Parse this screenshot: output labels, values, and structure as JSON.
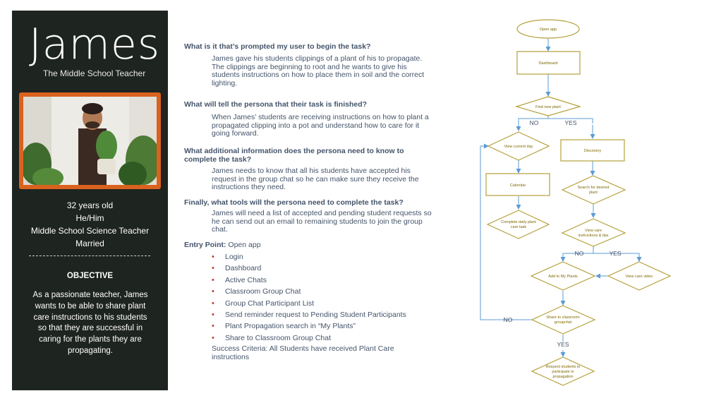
{
  "persona": {
    "name": "James",
    "subtitle": "The Middle School Teacher",
    "age": "32 years old",
    "pronouns": "He/Him",
    "occupation": "Middle School Science Teacher",
    "status": "Married",
    "objective_title": "OBJECTIVE",
    "objective_text": "As a passionate teacher, James wants to be able to share plant care instructions to his students so that they are successful in caring for the plants they are propagating."
  },
  "questions": [
    {
      "q": "What is it that’s prompted my user to begin the task?",
      "a": "James gave his students clippings of a plant of his to propagate. The clippings are beginning to root and he wants to give his students instructions on how to place them in soil and the correct lighting."
    },
    {
      "q": "What will tell the persona that their task is finished?",
      "a": "When James’ students are receiving instructions on how to plant a propagated clipping into a pot and understand how to care for it going forward."
    },
    {
      "q": "What additional information does the persona need to know to complete the task?",
      "a": "James needs to know that all his students have accepted his request in the group chat so he can make sure they receive the instructions they need."
    },
    {
      "q": "Finally, what tools will the persona need to complete the task?",
      "a": "James will need a list of accepted and pending student requests so he can send out an email to remaining students to join the group chat."
    }
  ],
  "entry": {
    "label": "Entry Point:",
    "value": "Open app",
    "steps": [
      "Login",
      "Dashboard",
      "Active Chats",
      "Classroom Group Chat",
      "Group Chat Participant List",
      "Send reminder request to Pending Student Participants",
      "Plant Propagation search in “My Plants”",
      "Share to Classroom Group Chat"
    ],
    "success": "Success Criteria: All Students have received Plant Care instructions"
  },
  "flowchart": {
    "open_app": "Open app",
    "dashboard": "Dashboard",
    "find_new_plant": "Find new plant",
    "no": "NO",
    "yes": "YES",
    "view_current_day": "View current day",
    "discovery": "Discovery",
    "calendar": "Calendar",
    "search_desired_1": "Search for desired",
    "search_desired_2": "plant",
    "complete_daily_1": "Complete daily plant",
    "complete_daily_2": "care task",
    "view_care_1": "View care",
    "view_care_2": "instructions & tips",
    "add_to_my_plants": "Add to My Plants",
    "view_care_video": "View care video",
    "share_1": "Share to classroom",
    "share_2": "groupchat",
    "request_1": "Request students to",
    "request_2": "participate in",
    "request_3": "propagation"
  },
  "colors": {
    "panel": "#1e2420",
    "photo_border": "#d9621e",
    "text": "#44546a",
    "bullet": "#c0392b",
    "flow_shape": "#b5a03a",
    "flow_arrow": "#5b9bd5"
  }
}
